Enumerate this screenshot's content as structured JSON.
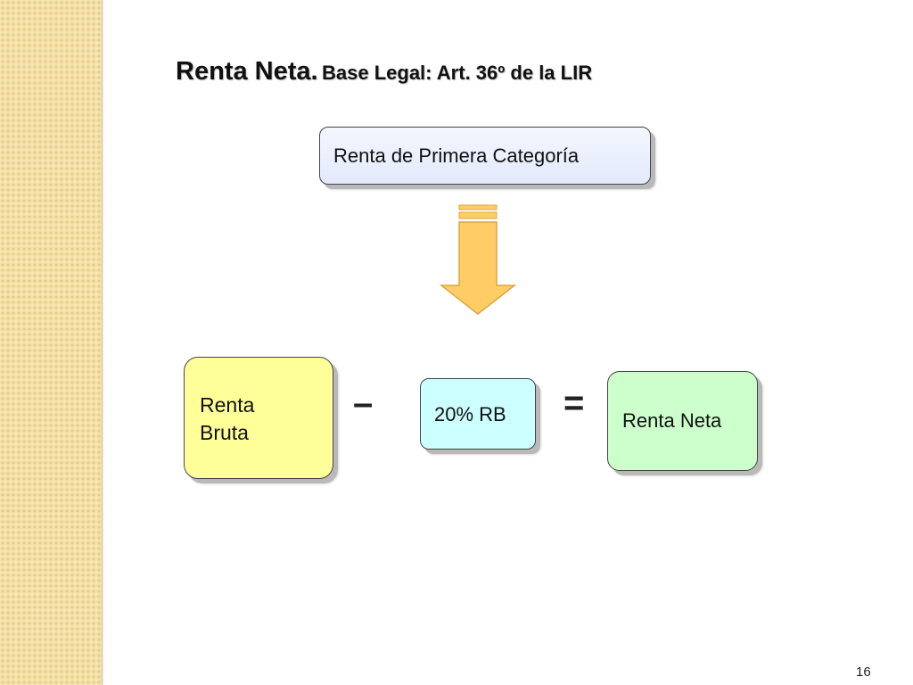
{
  "slide": {
    "title_main": "Renta Neta.",
    "title_sub": "Base Legal: Art. 36º de la LIR",
    "page_number": "16"
  },
  "diagram": {
    "source_box": "Renta de Primera Categoría",
    "formula": {
      "term1_line1": "Renta",
      "term1_line2": "Bruta",
      "operator1": "–",
      "term2": "20% RB",
      "operator2": "=",
      "result": "Renta Neta"
    }
  },
  "colors": {
    "arrow": "#ffcc66",
    "side_strip": "#f3dfa6",
    "source_box": "#e8edfb",
    "term1": "#ffff99",
    "term2": "#ccffff",
    "result": "#ccffcc"
  }
}
